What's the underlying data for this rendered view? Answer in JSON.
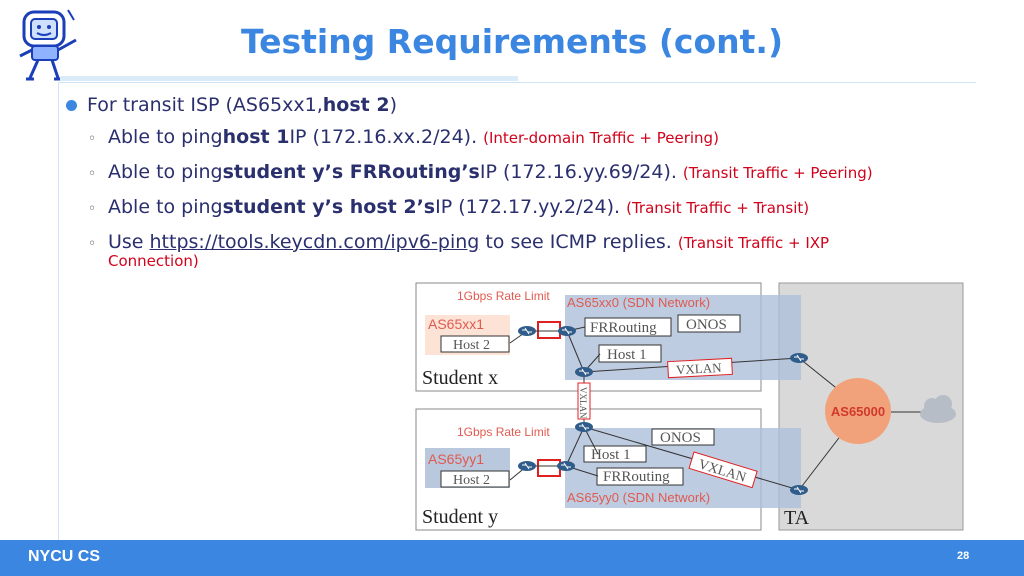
{
  "title": "Testing Requirements (cont.)",
  "bullets": {
    "main": {
      "prefix": "For transit ISP (AS65xx1, ",
      "bold": "host 2",
      "suffix": ")"
    },
    "items": [
      {
        "pre": "Able to ping ",
        "bold": "host 1",
        "post": " IP (172.16.xx.2/24).",
        "note": "(Inter-domain Traffic + Peering)"
      },
      {
        "pre": "Able to ping ",
        "bold": "student y’s FRRouting’s",
        "post": " IP (172.16.yy.69/24).",
        "note": "(Transit Traffic + Peering)"
      },
      {
        "pre": "Able to ping ",
        "bold": "student y’s host 2’s",
        "post": " IP (172.17.yy.2/24).",
        "note": "(Transit Traffic + Transit)"
      },
      {
        "pre": "Use ",
        "link": "https://tools.keycdn.com/ipv6-ping",
        "post": " to see ICMP replies.",
        "note": "(Transit Traffic + IXP",
        "note2": "Connection)"
      }
    ]
  },
  "diagram": {
    "student_x": {
      "label": "Student x",
      "rate_limit": "1Gbps Rate Limit",
      "as_label": "AS65xx1",
      "host2": "Host 2",
      "sdn_label": "AS65xx0 (SDN Network)",
      "frr": "FRRouting",
      "onos": "ONOS",
      "host1": "Host 1",
      "vxlan": "VXLAN"
    },
    "student_y": {
      "label": "Student y",
      "rate_limit": "1Gbps Rate Limit",
      "as_label": "AS65yy1",
      "host2": "Host 2",
      "sdn_label": "AS65yy0 (SDN Network)",
      "frr": "FRRouting",
      "onos": "ONOS",
      "host1": "Host 1",
      "vxlan": "VXLAN"
    },
    "vertical_vxlan": "VXLAN",
    "ta": {
      "label": "TA",
      "as_label": "AS65000"
    }
  },
  "footer": {
    "label": "NYCU CS",
    "page": "28"
  },
  "colors": {
    "accent": "#3b86e0",
    "text": "#2a2f6d",
    "red": "#d0021b",
    "sdn_fill": "#aebfd9",
    "orange": "#f2a27a"
  }
}
